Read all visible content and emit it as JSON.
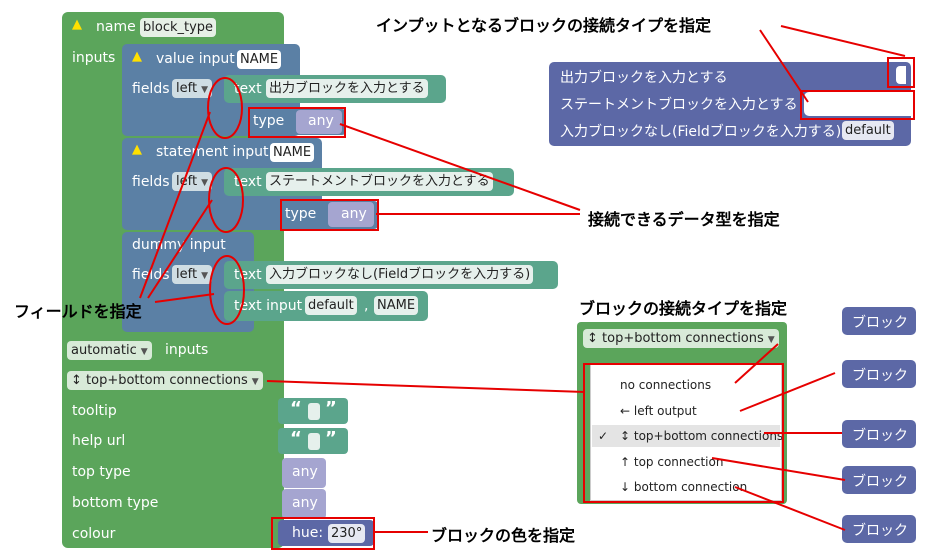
{
  "factory": {
    "name_label": "name",
    "name_value": "block_type",
    "inputs_label": "inputs",
    "value_input": {
      "label": "value input",
      "name": "NAME",
      "fields_label": "fields",
      "align": "left",
      "text_label": "text",
      "text_value": "出力ブロックを入力とする",
      "type_label": "type",
      "type_value": "any"
    },
    "statement_input": {
      "label": "statement input",
      "name": "NAME",
      "fields_label": "fields",
      "align": "left",
      "text_label": "text",
      "text_value": "ステートメントブロックを入力とする",
      "type_label": "type",
      "type_value": "any"
    },
    "dummy_input": {
      "label": "dummy input",
      "fields_label": "fields",
      "align": "left",
      "text_label": "text",
      "text_value": "入力ブロックなし(Fieldブロックを入力する)",
      "text_input_label": "text input",
      "text_input_default": "default",
      "text_input_sep": ",",
      "text_input_name": "NAME"
    },
    "automatic": "automatic",
    "automatic_inputs": "inputs",
    "connections": "↕ top+bottom connections",
    "tooltip_label": "tooltip",
    "helpurl_label": "help url",
    "quote_open": "“",
    "quote_close": "”",
    "toptype_label": "top type",
    "toptype_value": "any",
    "bottomtype_label": "bottom type",
    "bottomtype_value": "any",
    "colour_label": "colour",
    "hue_label": "hue:",
    "hue_value": "230°"
  },
  "preview": {
    "line1": "出力ブロックを入力とする",
    "line2": "ステートメントブロックを入力とする",
    "line3": "入力ブロックなし(Fieldブロックを入力する)",
    "line3_field": "default"
  },
  "dropdown": {
    "header": "↕ top+bottom connections",
    "options": [
      {
        "check": "",
        "label": "no connections"
      },
      {
        "check": "",
        "label": "← left output"
      },
      {
        "check": "✓",
        "label": "↕ top+bottom connections"
      },
      {
        "check": "",
        "label": "↑ top connection"
      },
      {
        "check": "",
        "label": "↓ bottom connection"
      }
    ]
  },
  "samples": [
    "ブロック",
    "ブロック",
    "ブロック",
    "ブロック",
    "ブロック"
  ],
  "annotations": {
    "input_conn_type": "インプットとなるブロックの接続タイプを指定",
    "data_type": "接続できるデータ型を指定",
    "field": "フィールドを指定",
    "block_conn_type": "ブロックの接続タイプを指定",
    "colour": "ブロックの色を指定"
  }
}
